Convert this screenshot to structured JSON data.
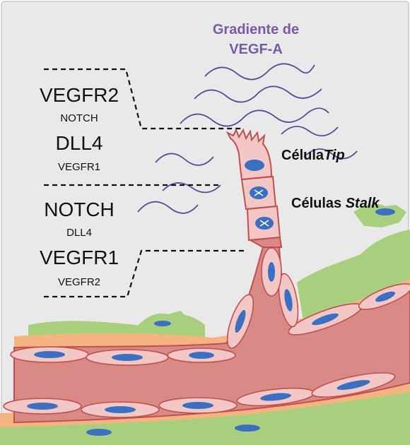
{
  "gradient_label": {
    "line1": "Gradiente de",
    "line2": "VEGF-A"
  },
  "tip_group": {
    "primary": "VEGFR2",
    "secondary": "NOTCH",
    "tertiary": "DLL4",
    "quaternary": "VEGFR1"
  },
  "stalk_group": {
    "primary": "NOTCH",
    "secondary": "DLL4",
    "tertiary": "VEGFR1",
    "quaternary": "VEGFR2"
  },
  "cell_labels": {
    "tip_prefix": "Célula",
    "tip_emph": "Tip",
    "stalk_prefix": "Células ",
    "stalk_emph": "Stalk"
  },
  "colors": {
    "background": "#e9e9e9",
    "vessel": "#d98a86",
    "vessel_outline": "#c0504d",
    "endothelial_cell": "#f3c7c5",
    "nucleus": "#3b6fc2",
    "pericyte": "#a8cf7e",
    "basement": "#f4b482",
    "gradient_text": "#7a5aa6",
    "wave": "#5a4a9a"
  }
}
